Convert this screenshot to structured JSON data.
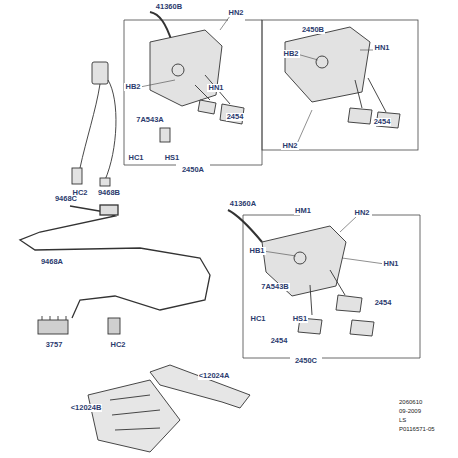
{
  "diagram": {
    "labels": [
      "41360B",
      "HN2",
      "2450B",
      "HN1",
      "HB2",
      "HB2",
      "HN1",
      "2454",
      "7A543A",
      "2454",
      "HN2",
      "HC1",
      "HS1",
      "2450A",
      "HC2",
      "9468B",
      "9468C",
      "41360A",
      "HM1",
      "HN2",
      "HB1",
      "9468A",
      "HN1",
      "7A543B",
      "2454",
      "HC1",
      "HS1",
      "2454",
      "3757",
      "HC2",
      "2450C",
      "<12024A",
      "<12024B",
      "2060610",
      "09-2009",
      "LS",
      "P0116571-05"
    ]
  }
}
